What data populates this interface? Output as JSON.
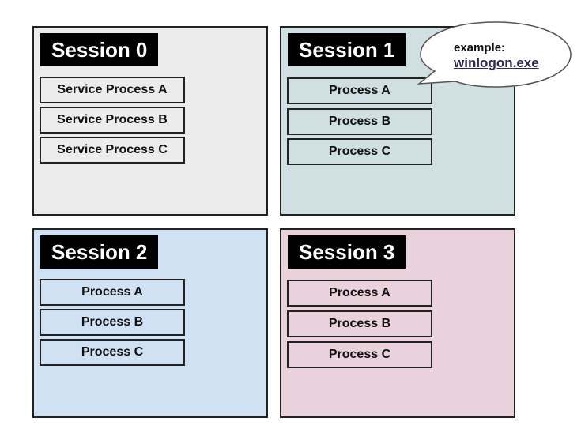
{
  "colors": {
    "session_0_bg": "#ececec",
    "session_1_bg": "#d0dfe2",
    "session_2_bg": "#cfe1f3",
    "session_3_bg": "#ead2dc",
    "title_bg": "#000000",
    "title_text": "#ffffff",
    "border": "#222222"
  },
  "sessions": [
    {
      "title": "Session 0",
      "processes": [
        "Service Process A",
        "Service Process B",
        "Service Process C"
      ]
    },
    {
      "title": "Session 1",
      "processes": [
        "Process A",
        "Process B",
        "Process C"
      ]
    },
    {
      "title": "Session 2",
      "processes": [
        "Process A",
        "Process B",
        "Process C"
      ]
    },
    {
      "title": "Session 3",
      "processes": [
        "Process A",
        "Process B",
        "Process C"
      ]
    }
  ],
  "callout": {
    "label": "example:",
    "link_text": "winlogon.exe"
  }
}
